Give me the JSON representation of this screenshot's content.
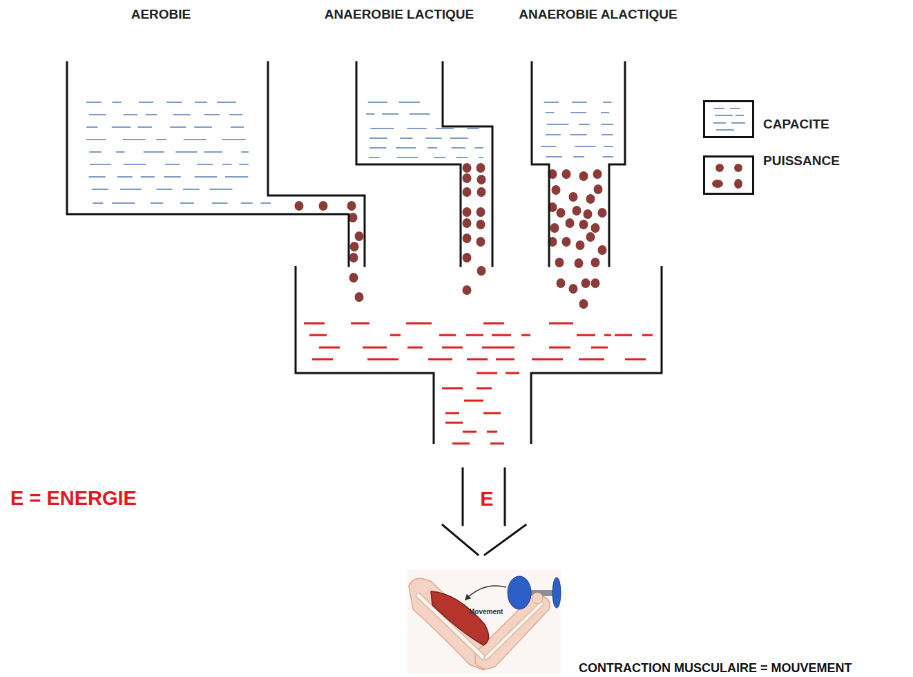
{
  "diagram": {
    "nodes": [
      {
        "text": [
          "AEROBIE"
        ]
      },
      {
        "text": [
          "ANAEROBIE LACTIQUE"
        ]
      },
      {
        "text": [
          "ANAEROBIE ALACTIQUE"
        ]
      },
      {
        "text": [
          "E"
        ]
      }
    ],
    "labels": [
      "E = ENERGIE",
      "Movement",
      "CONTRACTION MUSCULAIRE = MOUVEMENT"
    ],
    "legend": [
      {
        "text": "CAPACITE"
      },
      {
        "text": "PUISSANCE"
      }
    ]
  }
}
